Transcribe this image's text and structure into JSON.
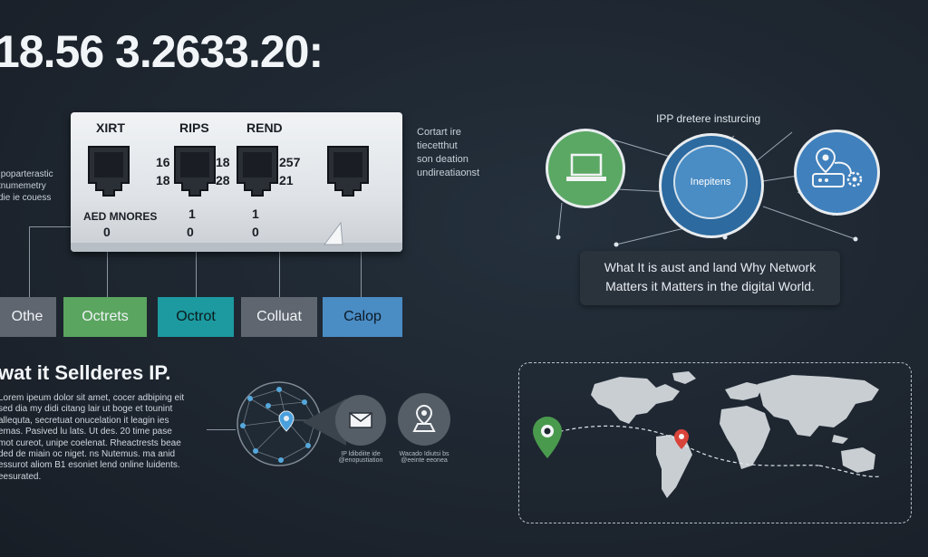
{
  "title": "18.56 3.2633.20:",
  "switch": {
    "headers": [
      "XIRT",
      "RIPS",
      "REND"
    ],
    "port_numbers": [
      {
        "top": "16",
        "bottom": "18"
      },
      {
        "top": "18",
        "bottom": "28"
      },
      {
        "top": "257",
        "bottom": "21"
      }
    ],
    "label_left": "AED MNORES",
    "counts_top": [
      "1",
      "1"
    ],
    "counts_bottom": [
      "0",
      "0",
      "0"
    ]
  },
  "switch_note_right": [
    "Cortart ire",
    "tiecetthut",
    "son deation",
    "undireatiaonst"
  ],
  "left_note": [
    "Ipoparterastic",
    "tnumemetry",
    "die ie couess"
  ],
  "boxes": [
    {
      "label": "Othe",
      "color": "#5f6670"
    },
    {
      "label": "Octrets",
      "color": "#5aa55f"
    },
    {
      "label": "Octrot",
      "color": "#1c9aa0"
    },
    {
      "label": "Colluat",
      "color": "#5f6670"
    },
    {
      "label": "Calop",
      "color": "#4a8cc4"
    }
  ],
  "section_heading": "wat it Sellderes IP.",
  "lorem_lines": [
    "Lorem ipeum dolor sit amet, cocer adbiping eit",
    "sed dia my didi citang lair ut boge et tounint",
    "allequta, secretuat onucelation it leagin ies",
    "emas. Pasived lu lats. Ut des. 20 time pase",
    "mot cureot, unipe coelenat. Rheactrests beae",
    "ded de miain oc niget. ns Nutemus. ma anid",
    "essurot aliom B1 esoniet lend online luidents.",
    "eesurated."
  ],
  "network": {
    "heading": "IPP dretere insturcing",
    "center_label": "Inepitens",
    "callout_lines": [
      "What It is aust and land Why Network",
      "Matters it Matters in the digital World."
    ]
  },
  "bottom_captions": [
    [
      "IP ldibdiite ide",
      "@enopustiation"
    ],
    [
      "Wacado Idiutsi bs",
      "@eeinte eeonea"
    ]
  ],
  "colors": {
    "background": "#1e2630",
    "green": "#5aa863",
    "blue": "#3f80bd",
    "teal": "#1c9aa0",
    "pin_red": "#d9443a"
  },
  "icons": [
    "laptop-icon",
    "location-gear-icon",
    "mail-icon",
    "location-person-icon",
    "map-pin-icon"
  ]
}
